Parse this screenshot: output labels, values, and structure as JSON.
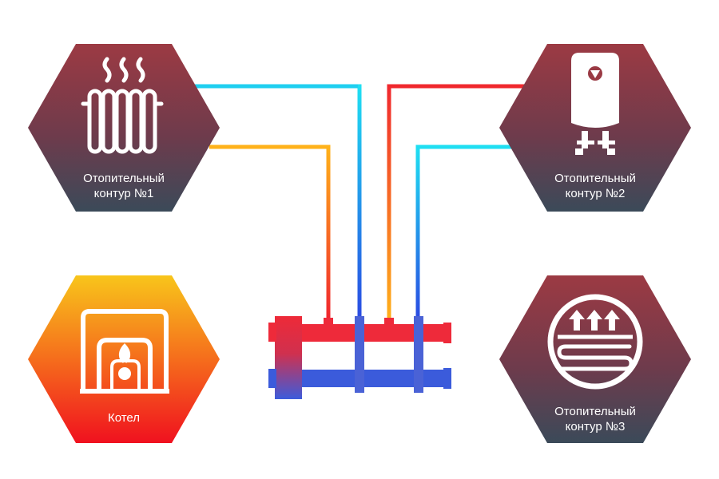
{
  "nodes": {
    "circuit1": {
      "line1": "Отопительный",
      "line2": "контур №1",
      "icon": "radiator-icon"
    },
    "circuit2": {
      "line1": "Отопительный",
      "line2": "контур №2",
      "icon": "water-heater-icon"
    },
    "circuit3": {
      "line1": "Отопительный",
      "line2": "контур №3",
      "icon": "underfloor-heating-icon"
    },
    "boiler": {
      "label": "Котел",
      "icon": "boiler-flame-icon"
    }
  },
  "colors": {
    "circuit_top": "#9a3a44",
    "circuit_bottom": "#3d4a58",
    "boiler_top": "#f8c21a",
    "boiler_bottom": "#f1151f",
    "hot": "#f0242c",
    "warm": "#ffc21a",
    "cold_light": "#1ee0f2",
    "cold_dark": "#2b43e0",
    "manifold_hot": "#e8283a",
    "manifold_cold": "#3a5ad8"
  }
}
